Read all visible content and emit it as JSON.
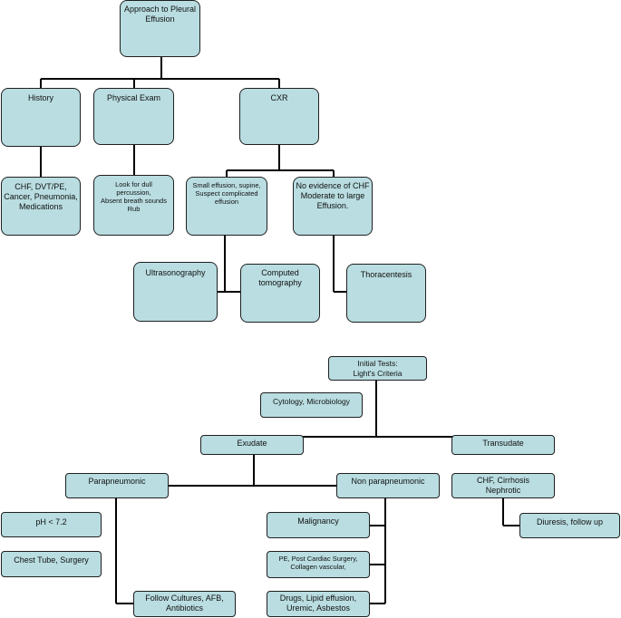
{
  "nodes": {
    "approach": "Approach to Pleural\nEffusion",
    "history": "History",
    "physical_exam": "Physical Exam",
    "cxr": "CXR",
    "history_detail": "CHF, DVT/PE,\nCancer, Pneumonia,\nMedications",
    "exam_detail": "Look for dull\npercussion,\nAbsent breath sounds\nRub",
    "small_effusion": "Small effusion, supine,\nSuspect complicated\neffusion",
    "no_chf": "No evidence of CHF\nModerate to large\nEffusion.",
    "ultrasonography": "Ultrasonography",
    "ct": "Computed\ntomography",
    "thoracentesis": "Thoracentesis",
    "initial_tests": "Initial Tests:\nLight's Criteria",
    "cytology": "Cytology, Microbiology",
    "exudate": "Exudate",
    "transudate": "Transudate",
    "parapneumonic": "Parapneumonic",
    "non_parapneumonic": "Non parapneumonic",
    "chf_cirrhosis": "CHF, Cirrhosis\nNephrotic",
    "ph": "pH < 7.2",
    "chest_tube": "Chest Tube, Surgery",
    "follow_cultures": "Follow Cultures, AFB,\nAntibiotics",
    "malignancy": "Malignancy",
    "pe_surgery": "PE, Post Cardiac Surgery,\nCollagen vascular,",
    "drugs": "Drugs, Lipid effusion,\nUremic, Asbestos",
    "diuresis": "Diuresis, follow up"
  },
  "colors": {
    "box_fill": "#b9dde1",
    "border": "#1f1f1f",
    "connector": "#000000"
  }
}
